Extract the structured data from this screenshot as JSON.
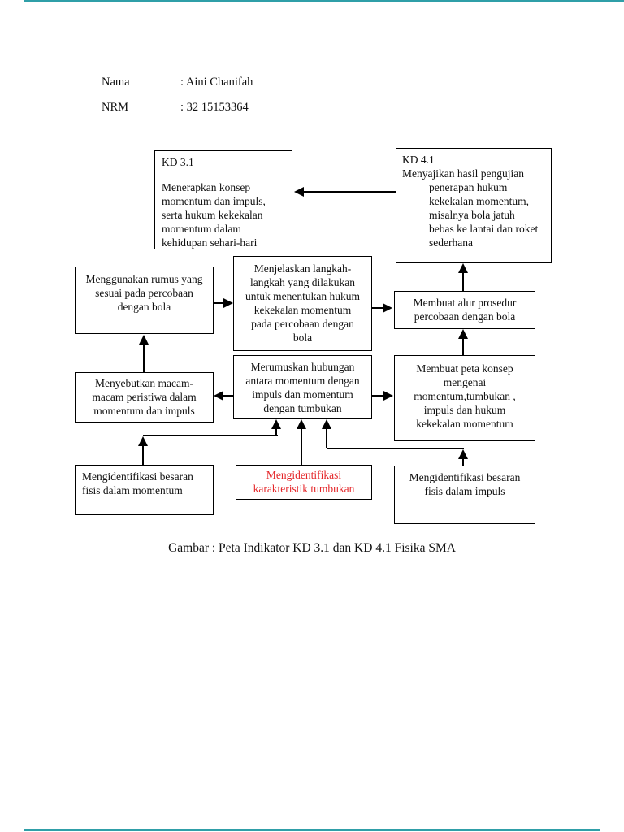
{
  "page": {
    "edge_color": "#2f9fa8",
    "header": {
      "name_label": "Nama",
      "name_value": ": Aini Chanifah",
      "nrm_label": "NRM",
      "nrm_value": ": 32 15153364"
    },
    "caption": "Gambar : Peta Indikator KD 3.1 dan KD 4.1 Fisika SMA"
  },
  "diagram": {
    "red_text_color": "#e42528",
    "kd31": {
      "title": "KD 3.1",
      "body": "Menerapkan konsep\nmomentum dan impuls,\nserta hukum kekekalan\nmomentum dalam\nkehidupan sehari-hari"
    },
    "kd41": {
      "title": "KD 4.1",
      "line1": "Menyajikan hasil pengujian",
      "rest": "penerapan hukum\nkekekalan momentum,\nmisalnya bola jatuh\nbebas ke lantai dan roket\nsederhana"
    },
    "menggunakan": {
      "body": "Menggunakan rumus yang\nsesuai pada percobaan\ndengan bola"
    },
    "menjelaskan": {
      "body": "Menjelaskan langkah-\nlangkah yang dilakukan\nuntuk menentukan hukum\nkekekalan momentum\npada percobaan dengan\nbola"
    },
    "membuat_alur": {
      "body": "Membuat alur prosedur\npercobaan dengan bola"
    },
    "merumuskan": {
      "body": "Merumuskan hubungan\nantara momentum dengan\nimpuls dan momentum\ndengan tumbukan"
    },
    "menyebutkan": {
      "body": "Menyebutkan macam-\nmacam peristiwa dalam\nmomentum dan impuls"
    },
    "peta_konsep": {
      "body": "Membuat peta konsep\nmengenai\nmomentum,tumbukan ,\nimpuls dan hukum\nkekekalan momentum"
    },
    "besaran_momentum": {
      "body": "Mengidentifikasi besaran\nfisis dalam momentum"
    },
    "karakteristik": {
      "body": "Mengidentifikasi\nkarakteristik tumbukan"
    },
    "besaran_impuls": {
      "body": "Mengidentifikasi besaran\nfisis dalam impuls"
    }
  }
}
